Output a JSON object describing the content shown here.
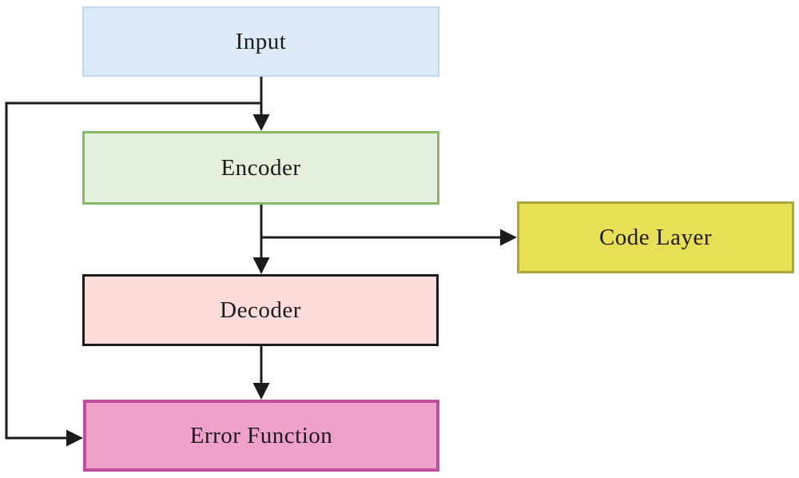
{
  "diagram": {
    "description": "Autoencoder block diagram with five labeled boxes connected by arrows",
    "background_color": "#ffffff",
    "line_color": "#1b1b1b",
    "nodes": [
      {
        "id": "input",
        "label": "Input",
        "fill": "#dce9f7",
        "border": "#c3d5ed"
      },
      {
        "id": "encoder",
        "label": "Encoder",
        "fill": "#e4f0dc",
        "border": "#84ba64"
      },
      {
        "id": "code-layer",
        "label": "Code Layer",
        "fill": "#e7df55",
        "border": "#afa63a"
      },
      {
        "id": "decoder",
        "label": "Decoder",
        "fill": "#fbdcda",
        "border": "#1b1b1b"
      },
      {
        "id": "error-function",
        "label": "Error Function",
        "fill": "#efa0cb",
        "border": "#bf4f9e"
      }
    ],
    "edges": [
      {
        "from": "input",
        "to": "encoder",
        "type": "arrow"
      },
      {
        "from": "encoder",
        "to": "decoder",
        "type": "arrow"
      },
      {
        "from": "encoder",
        "to": "code-layer",
        "type": "arrow-branch"
      },
      {
        "from": "decoder",
        "to": "error-function",
        "type": "arrow"
      },
      {
        "from": "input",
        "to": "error-function",
        "type": "arrow-skip-connection"
      }
    ]
  }
}
